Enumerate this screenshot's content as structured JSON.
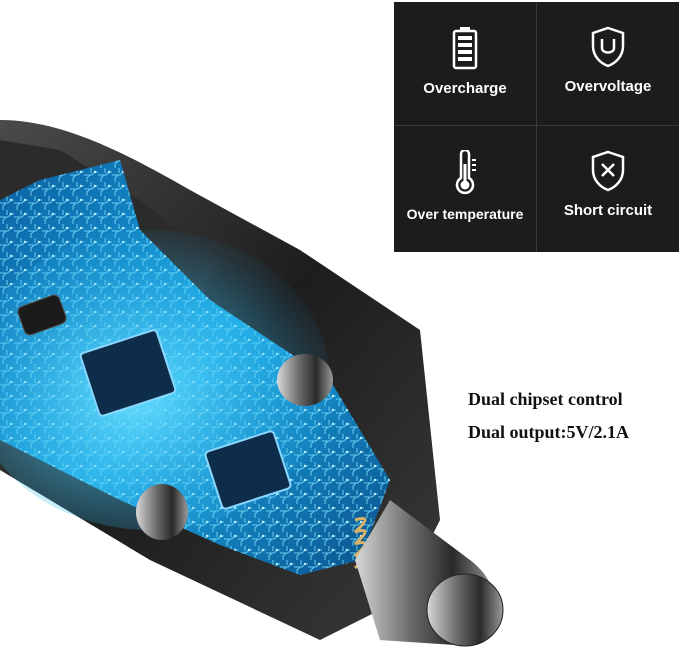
{
  "protection_panel": {
    "items": [
      {
        "label": "Overcharge",
        "icon": "battery-icon"
      },
      {
        "label": "Overvoltage",
        "icon": "shield-u-icon"
      },
      {
        "label": "Over temperature",
        "icon": "thermometer-icon"
      },
      {
        "label": "Short circuit",
        "icon": "shield-x-icon"
      }
    ]
  },
  "features": {
    "line1": "Dual chipset control",
    "line2": "Dual output:5V/2.1A"
  },
  "colors": {
    "panel_bg": "#1c1c1c",
    "circuit_blue": "#1aa9e6",
    "body_dark": "#2a2a2a"
  }
}
